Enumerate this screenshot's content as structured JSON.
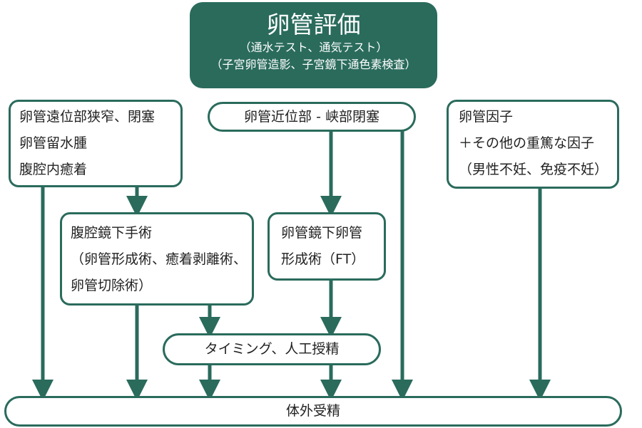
{
  "diagram": {
    "title": "卵管評価",
    "subtitle_1": "（通水テスト、通気テスト）",
    "subtitle_2": "（子宮卵管造影、子宮鏡下通色素検査）",
    "distal": {
      "line_1": "卵管遠位部狭窄、閉塞",
      "line_2": "卵管留水腫",
      "line_3": "腹腔内癒着"
    },
    "proximal": "卵管近位部 - 峡部閉塞",
    "male": {
      "line_1": "卵管因子",
      "line_2": "＋その他の重篤な因子",
      "line_3": "（男性不妊、免疫不妊）"
    },
    "laparoscopic": {
      "line_1": "腹腔鏡下手術",
      "line_2": "（卵管形成術、癒着剥離術、",
      "line_3": "卵管切除術）"
    },
    "ft": {
      "line_1": "卵管鏡下卵管",
      "line_2": "形成術（FT）"
    },
    "timing": "タイミング、人工授精",
    "ivf": "体外受精",
    "colors": {
      "primary": "#2a6b5c",
      "text": "#222222",
      "background": "#ffffff"
    }
  }
}
